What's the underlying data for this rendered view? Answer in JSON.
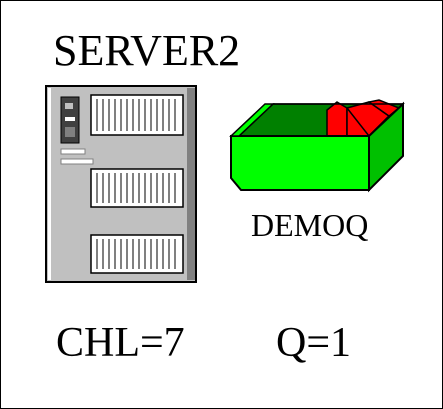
{
  "server": {
    "name": "SERVER2",
    "icon": "server-tower-icon"
  },
  "queue": {
    "name": "DEMOQ",
    "icon": "message-queue-tray-icon"
  },
  "stats": {
    "chl": "CHL=7",
    "q": "Q=1"
  },
  "colors": {
    "server_body": "#c0c0c0",
    "tray_green": "#00ff00",
    "tray_dark_green": "#008000",
    "message_red": "#ff0000"
  }
}
